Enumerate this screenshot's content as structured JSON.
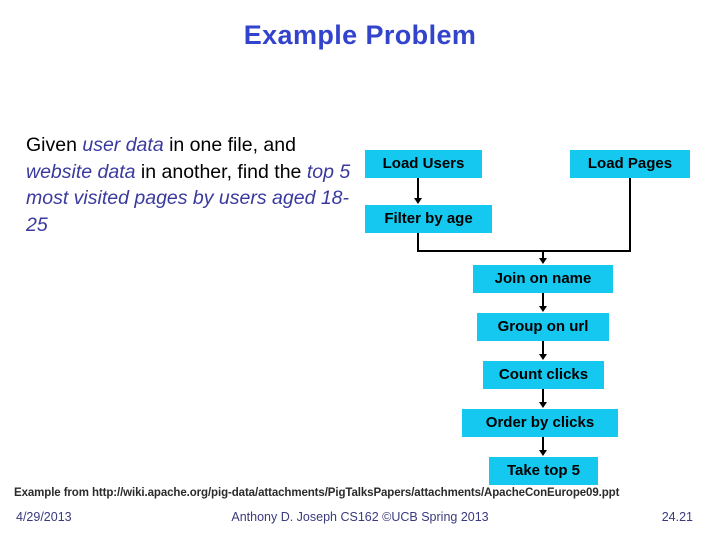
{
  "slide": {
    "title": "Example Problem",
    "title_color": "#3344CC",
    "background_color": "#ffffff"
  },
  "problem": {
    "segments": [
      {
        "text": "Given ",
        "style": "plain"
      },
      {
        "text": "user data",
        "style": "emphasis"
      },
      {
        "text": " in one file, and ",
        "style": "plain"
      },
      {
        "text": "website data",
        "style": "emphasis"
      },
      {
        "text": " in another, find the ",
        "style": "plain"
      },
      {
        "text": "top 5 most visited pages by users aged 18-25",
        "style": "emphasis"
      }
    ],
    "line1_plain_a": "Given ",
    "line1_em": "user data",
    "line1_plain_b": " in one file,",
    "line2_plain_a": "and ",
    "line2_em": "website data",
    "line2_plain_b": " in another,",
    "line3_plain_a": "find the ",
    "line3_em": "top 5 most visited",
    "line4_em": "pages by users aged 18-25",
    "plain_color": "#000000",
    "emphasis_color": "#3A3A9E"
  },
  "diagram": {
    "node_fill": "#14C8F0",
    "node_text_color": "#000000",
    "connector_color": "#000000",
    "nodes": [
      {
        "id": "load-users",
        "label": "Load Users"
      },
      {
        "id": "load-pages",
        "label": "Load Pages"
      },
      {
        "id": "filter-by-age",
        "label": "Filter by age"
      },
      {
        "id": "join-on-name",
        "label": "Join on name"
      },
      {
        "id": "group-on-url",
        "label": "Group on url"
      },
      {
        "id": "count-clicks",
        "label": "Count clicks"
      },
      {
        "id": "order-by-clicks",
        "label": "Order by clicks"
      },
      {
        "id": "take-top-5",
        "label": "Take top 5"
      }
    ],
    "edges": [
      {
        "from": "load-users",
        "to": "filter-by-age"
      },
      {
        "from": "filter-by-age",
        "to": "join-on-name"
      },
      {
        "from": "load-pages",
        "to": "join-on-name"
      },
      {
        "from": "join-on-name",
        "to": "group-on-url"
      },
      {
        "from": "group-on-url",
        "to": "count-clicks"
      },
      {
        "from": "count-clicks",
        "to": "order-by-clicks"
      },
      {
        "from": "order-by-clicks",
        "to": "take-top-5"
      }
    ]
  },
  "source_note": "Example from http://wiki.apache.org/pig-data/attachments/PigTalksPapers/attachments/ApacheConEurope09.ppt",
  "footer": {
    "date": "4/29/2013",
    "center": "Anthony D. Joseph CS162 ©UCB Spring 2013",
    "page": "24.21",
    "text_color": "#3A3A7E"
  }
}
